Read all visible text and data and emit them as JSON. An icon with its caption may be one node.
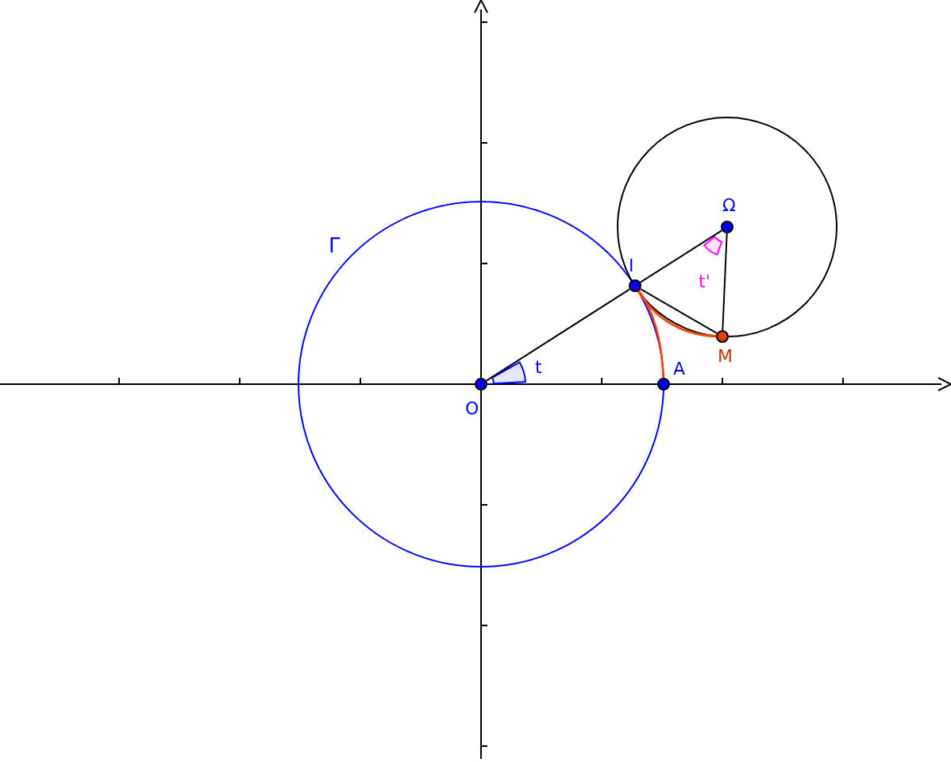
{
  "diagram": {
    "nodes": [
      {
        "text": [],
        "shape": "circle",
        "beside": [
          "O"
        ]
      },
      {
        "text": [],
        "shape": "circle",
        "beside": [
          "A"
        ]
      },
      {
        "text": [],
        "shape": "circle",
        "beside": [
          "I"
        ]
      },
      {
        "text": [],
        "shape": "circle",
        "beside": [
          "Ω"
        ]
      },
      {
        "text": [],
        "shape": "circle",
        "beside": [
          "M"
        ]
      }
    ],
    "edges": [
      {
        "from": 0,
        "to": 2,
        "arrow": "none"
      },
      {
        "from": 2,
        "to": 3,
        "arrow": "none"
      },
      {
        "from": 2,
        "to": 4,
        "arrow": "none"
      },
      {
        "from": 3,
        "to": 4,
        "arrow": "none"
      }
    ],
    "labels": [
      "Γ",
      "t",
      "t'"
    ]
  }
}
